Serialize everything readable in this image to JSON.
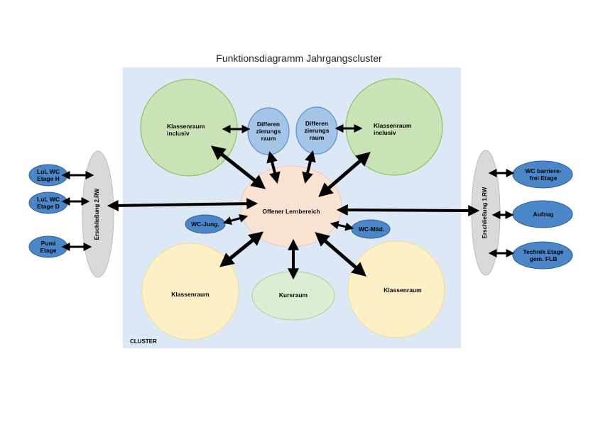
{
  "title": "Funktionsdiagramm Jahrgangscluster",
  "cluster_label": "CLUSTER",
  "colors": {
    "cluster_bg": "#dce8f5",
    "green_fill": "#c9e3b6",
    "green_stroke": "#8dc45e",
    "blue_light_fill": "#a4c4e8",
    "blue_dark_fill": "#4a86c8",
    "peach_fill": "#fbe3d4",
    "yellow_fill": "#fdf0c6",
    "kurs_fill": "#dbeed4",
    "grey_fill": "#d9d9d9"
  },
  "nodes": {
    "klassenraum_inklusiv_left": "Klassenraum\ninclusiv",
    "klassenraum_inklusiv_right": "Klassenraum\ninclusiv",
    "diff_left": "Differen\nzierungs\nraum",
    "diff_right": "Differen\nzierungs\nraum",
    "offener_lernbereich": "Offener Lernbereich",
    "wc_jung": "WC-Jung.",
    "wc_maed": "WC-Mäd.",
    "klassenraum_left": "Klassenraum",
    "klassenraum_right": "Klassenraum",
    "kursraum": "Kursraum",
    "erschliessung_2": "Erschließung 2.RW",
    "erschliessung_1": "Erschließung 1.RW",
    "lul_wc_h": "LuL WC\nEtage H",
    "lul_wc_d": "LuL WC\nEtage D",
    "pumi": "Pumi\nEtage",
    "wc_barrierefrei": "WC barriere-\nfrei Etage",
    "aufzug": "Aufzug",
    "technik": "Technik  Etage\ngem. FLB"
  }
}
